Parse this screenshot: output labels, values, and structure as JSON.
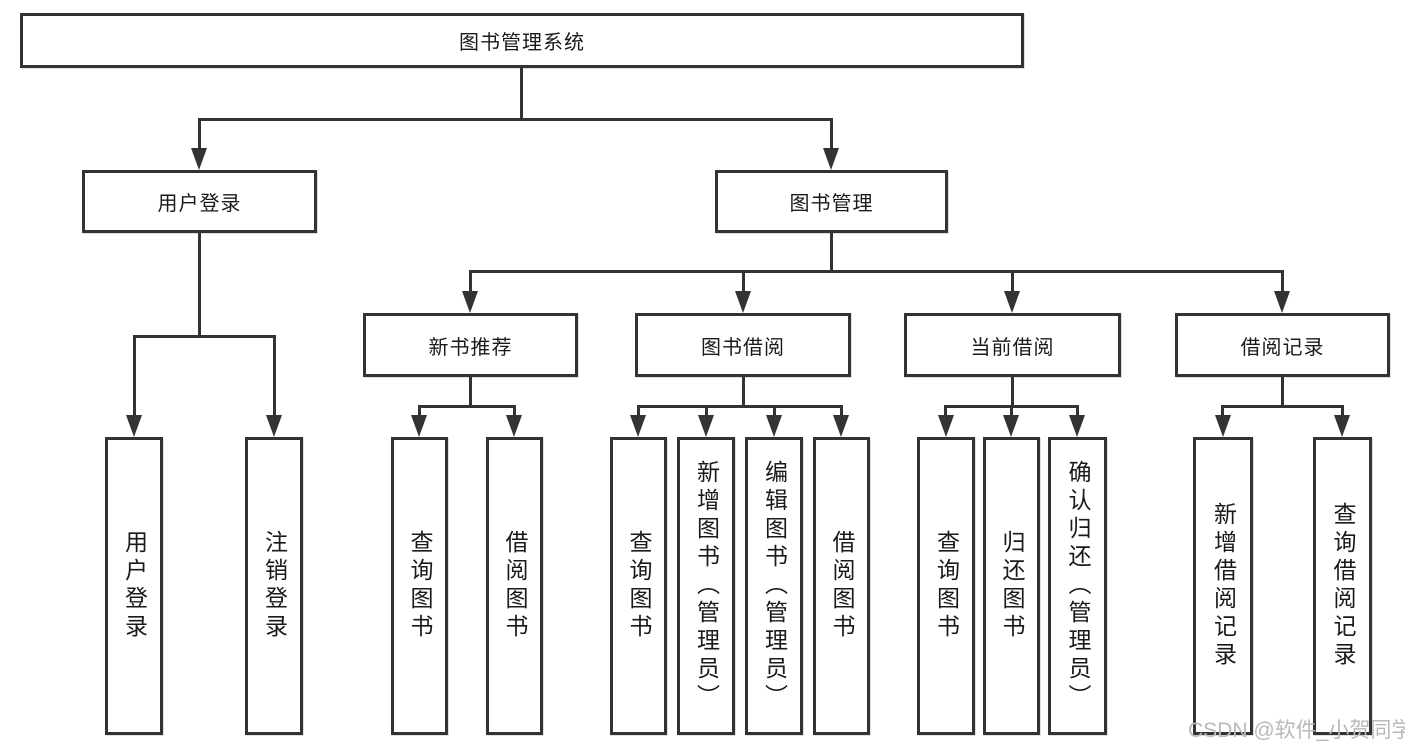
{
  "tree": {
    "label": "图书管理系统",
    "children": [
      {
        "label": "用户登录",
        "children": [
          {
            "label": "用户登录"
          },
          {
            "label": "注销登录"
          }
        ]
      },
      {
        "label": "图书管理",
        "children": [
          {
            "label": "新书推荐",
            "children": [
              {
                "label": "查询图书"
              },
              {
                "label": "借阅图书"
              }
            ]
          },
          {
            "label": "图书借阅",
            "children": [
              {
                "label": "查询图书"
              },
              {
                "label": "新增图书（管理员）"
              },
              {
                "label": "编辑图书（管理员）"
              },
              {
                "label": "借阅图书"
              }
            ]
          },
          {
            "label": "当前借阅",
            "children": [
              {
                "label": "查询图书"
              },
              {
                "label": "归还图书"
              },
              {
                "label": "确认归还（管理员）"
              }
            ]
          },
          {
            "label": "借阅记录",
            "children": [
              {
                "label": "新增借阅记录"
              },
              {
                "label": "查询借阅记录"
              }
            ]
          }
        ]
      }
    ]
  },
  "watermark": "CSDN @软件_小贺同学",
  "colors": {
    "line": "#333333",
    "text": "#1a1a1a",
    "watermark": "#b9b9b9",
    "background": "#ffffff"
  }
}
